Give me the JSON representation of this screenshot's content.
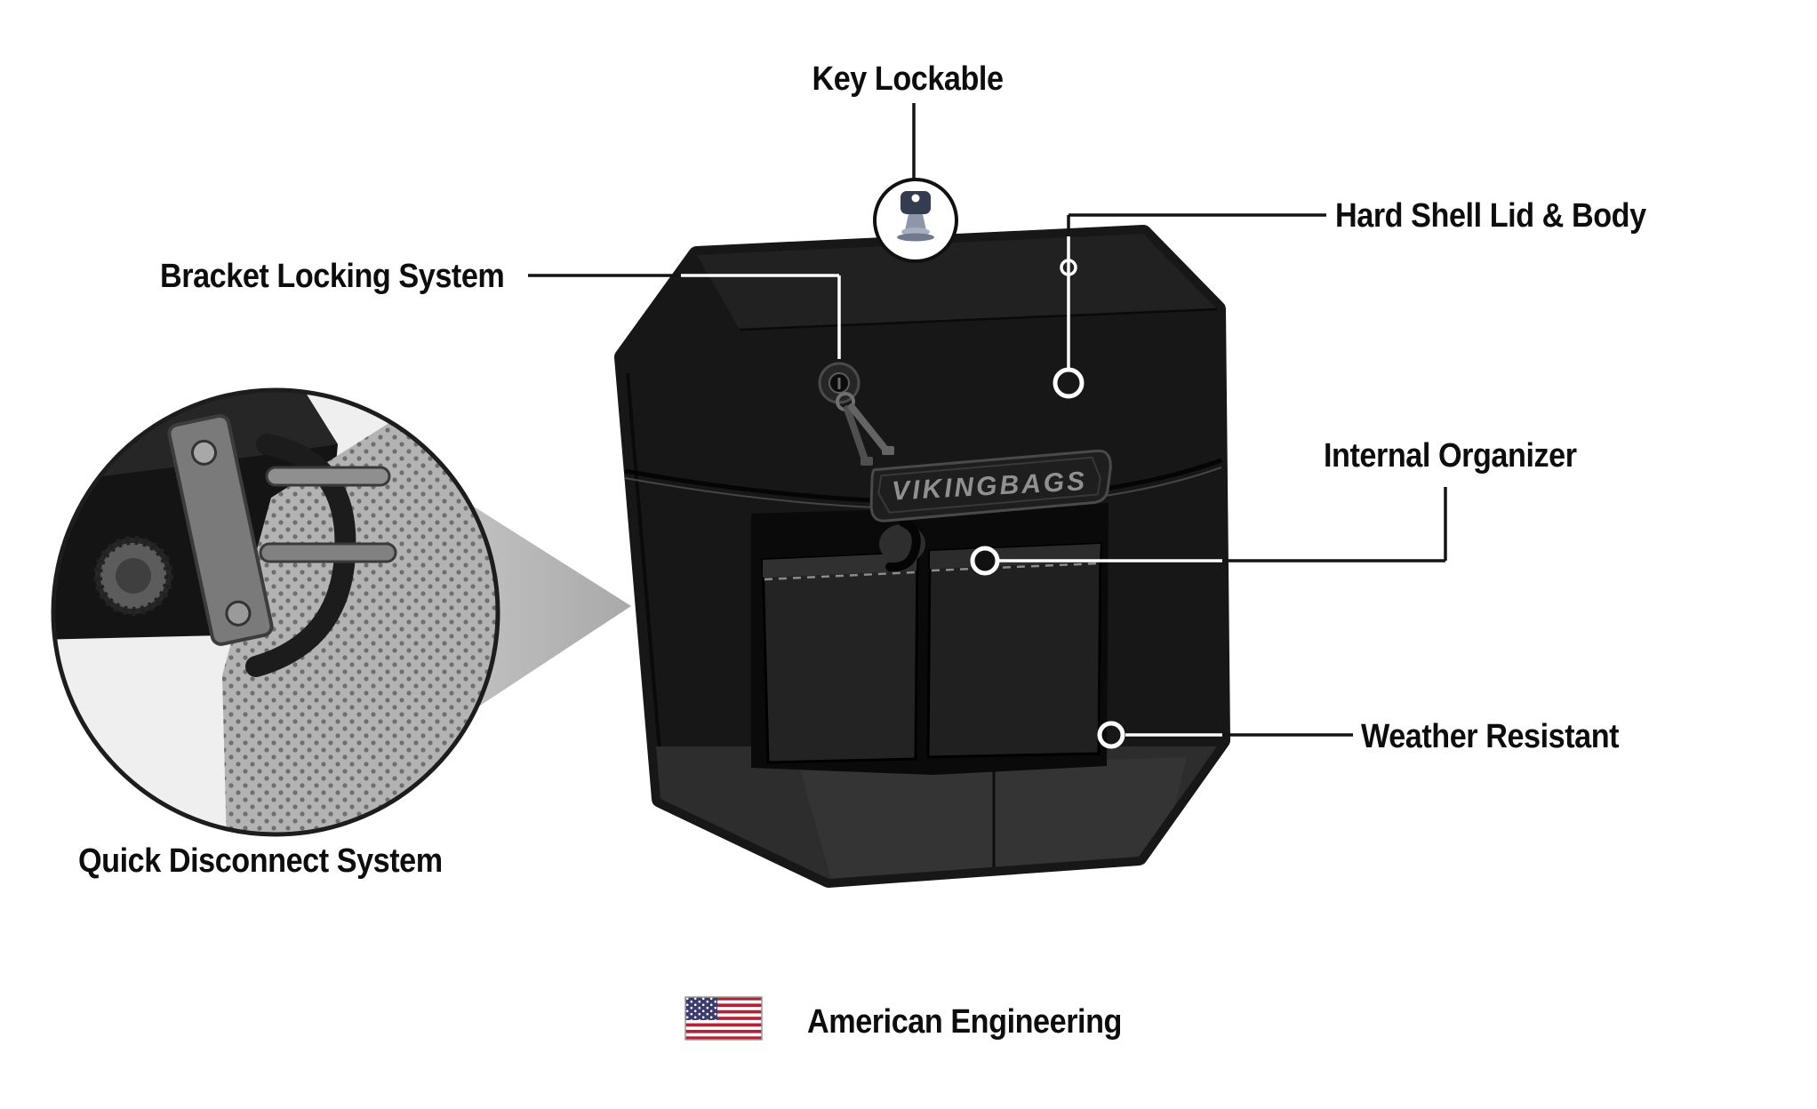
{
  "diagram": {
    "type": "product-feature-callouts",
    "background_color": "#ffffff",
    "bag": {
      "brand": "VIKINGBAGS"
    },
    "callouts": {
      "key_lockable": "Key Lockable",
      "hard_shell": "Hard Shell Lid & Body",
      "bracket_locking": "Bracket Locking System",
      "internal_organizer": "Internal Organizer",
      "weather_resistant": "Weather Resistant",
      "quick_disconnect": "Quick Disconnect System"
    },
    "footer": {
      "american_engineering": "American Engineering"
    },
    "icons": {
      "key": "key-icon",
      "us_flag": "us-flag-icon"
    },
    "colors": {
      "label_text": "#0d0d0d",
      "bag_body": "#171717",
      "bag_top_face": "#212121",
      "bag_bottom_band": "#2d2d2d",
      "connector_dark": "#141414",
      "connector_light": "#ffffff",
      "wedge_gray": "#c2c2c2",
      "flag_red": "#B22234",
      "flag_blue": "#3C3B6E"
    }
  }
}
